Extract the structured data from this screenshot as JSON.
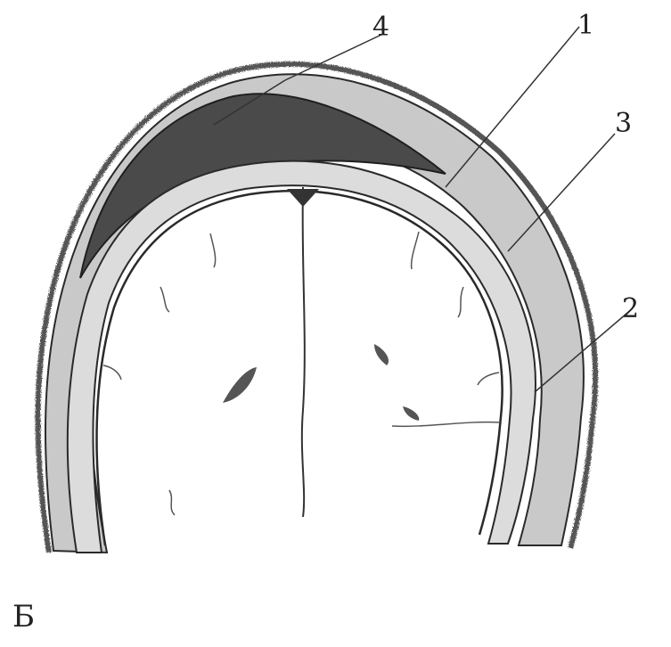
{
  "labels": {
    "l1": "1",
    "l2": "2",
    "l3": "3",
    "l4": "4"
  },
  "panel_letter": "Б",
  "colors": {
    "bone": "#c9c9c9",
    "hematoma": "#4a4a4a",
    "outline": "#2a2a2a",
    "dura": "#dcdcdc"
  }
}
